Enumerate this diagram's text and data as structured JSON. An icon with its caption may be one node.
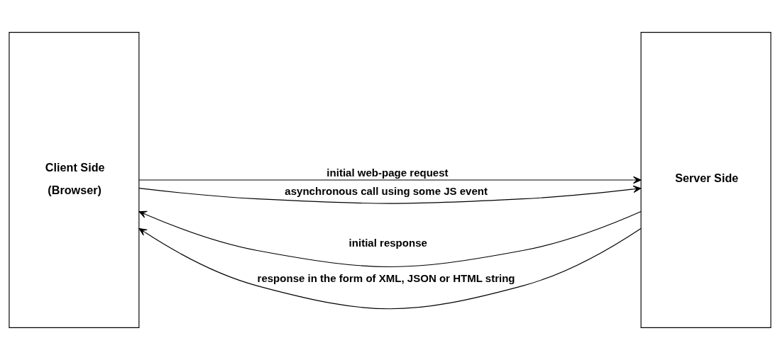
{
  "diagram": {
    "nodes": [
      {
        "text": [
          "Client Side",
          "(Browser)"
        ]
      },
      {
        "text": [
          "Server Side"
        ]
      }
    ],
    "edges": [
      {
        "from": 0,
        "to": 1,
        "arrow": "to",
        "label": "initial web-page request"
      },
      {
        "from": 1,
        "to": 0,
        "arrow": "to",
        "label": "initial response"
      },
      {
        "from": 0,
        "to": 1,
        "arrow": "to",
        "label": "asynchronous call using some JS event"
      },
      {
        "from": 1,
        "to": 0,
        "arrow": "to",
        "label": "response in the form of XML, JSON or HTML string"
      }
    ]
  }
}
